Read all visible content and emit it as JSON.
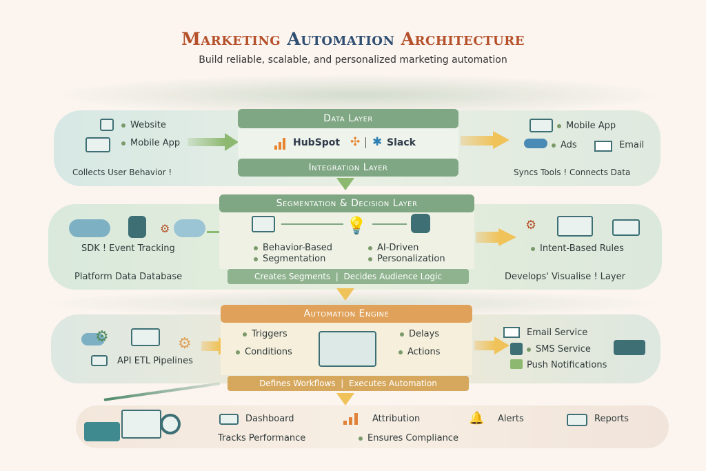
{
  "header": {
    "title_part1": "Marketing ",
    "title_part2": "Automation ",
    "title_part3": "Architecture",
    "subtitle": "Build reliable, scalable, and personalized marketing automation"
  },
  "data_layer": {
    "title": "Data Layer",
    "sources_left": [
      "Website",
      "Mobile App"
    ],
    "caption_left": "Collects User Behavior !",
    "tools": [
      "HubSpot",
      "Slack"
    ],
    "outputs_right": [
      "Mobile App",
      "Ads",
      "Email"
    ],
    "caption_right": "Syncs Tools ! Connects Data"
  },
  "integration_layer": {
    "title": "Integration Layer"
  },
  "segmentation_layer": {
    "title": "Segmentation & Decision Layer",
    "left_label": "SDK ! Event Tracking",
    "left_caption": "Platform Data Database",
    "items": [
      "Behavior-Based",
      "Segmentation",
      "AI-Driven",
      "Personalization"
    ],
    "right_label": "Intent-Based Rules",
    "right_caption": "Develops' Visualise ! Layer",
    "footer_left": "Creates Segments",
    "footer_right": "Decides Audience Logic"
  },
  "automation_engine": {
    "title": "Automation Engine",
    "left_label": "API  ETL Pipelines",
    "items": [
      "Triggers",
      "Delays",
      "Conditions",
      "Actions"
    ],
    "services": [
      "Email Service",
      "SMS Service",
      "Push Notifications"
    ],
    "footer_left": "Defines Workflows",
    "footer_right": "Executes Automation"
  },
  "analytics": {
    "items": [
      "Dashboard",
      "Attribution",
      "Alerts",
      "Reports"
    ],
    "caption_left": "Tracks Performance",
    "caption_right": "Ensures Compliance"
  },
  "colors": {
    "title_accent": "#b5502a",
    "title_blue": "#2e4e72",
    "green_box": "#7fa783",
    "orange_box": "#e0a25a",
    "arrow_green": "#8db86f",
    "arrow_orange": "#f0b24a"
  }
}
